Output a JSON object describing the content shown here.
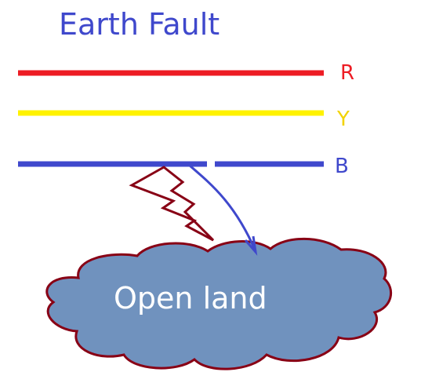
{
  "title": "Earth Fault",
  "colors": {
    "title": "#3f48cc",
    "phase_r": "#ed1c24",
    "phase_y": "#fff200",
    "phase_b": "#3f48cc",
    "lightning_stroke": "#880015",
    "cloud_fill": "#7092be",
    "cloud_stroke": "#880015",
    "fault_path": "#3f48cc",
    "cloud_text": "#ffffff"
  },
  "phases": [
    {
      "id": "r",
      "label": "R"
    },
    {
      "id": "y",
      "label": "Y"
    },
    {
      "id": "b",
      "label": "B"
    }
  ],
  "ground": {
    "label": "Open land"
  },
  "icons": {
    "lightning": "lightning-bolt-icon",
    "fault_arrow": "fault-current-arrow"
  }
}
